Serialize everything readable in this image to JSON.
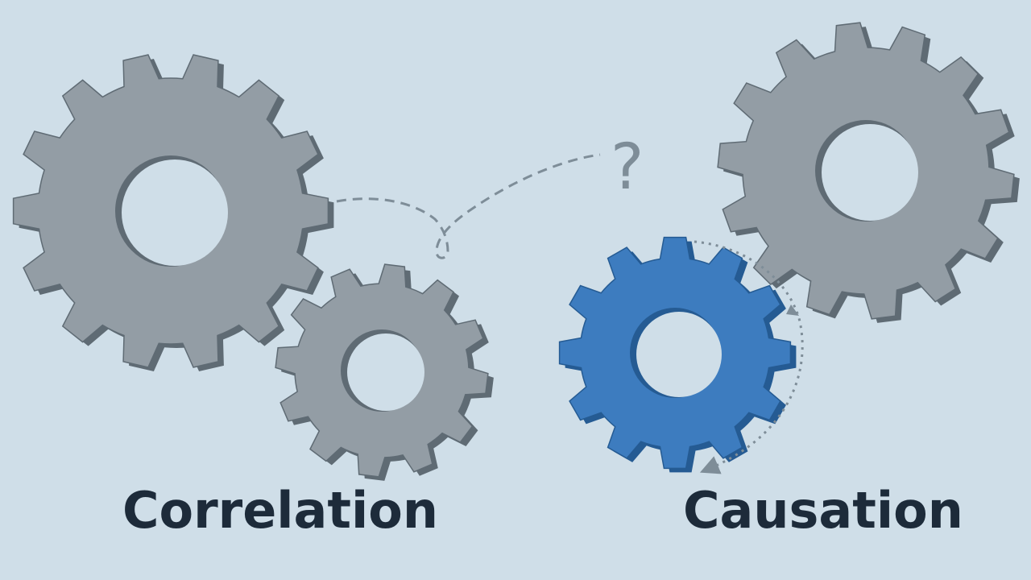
{
  "labels": {
    "left": "Correlation",
    "right": "Causation"
  },
  "question_mark": "?",
  "colors": {
    "background": "#cfdee8",
    "gear_gray": "#939da5",
    "gear_gray_shade": "#5f6b74",
    "gear_blue": "#3d7cbf",
    "gear_blue_shade": "#255b93",
    "text": "#1d2b3a",
    "dashed_line": "#7e8d98"
  },
  "gears": [
    {
      "name": "correlation-large-gear",
      "color": "gray",
      "teeth": 14
    },
    {
      "name": "correlation-small-gear",
      "color": "gray",
      "teeth": 12
    },
    {
      "name": "causation-driver-gear",
      "color": "blue",
      "teeth": 12
    },
    {
      "name": "causation-driven-gear",
      "color": "gray",
      "teeth": 14
    }
  ]
}
